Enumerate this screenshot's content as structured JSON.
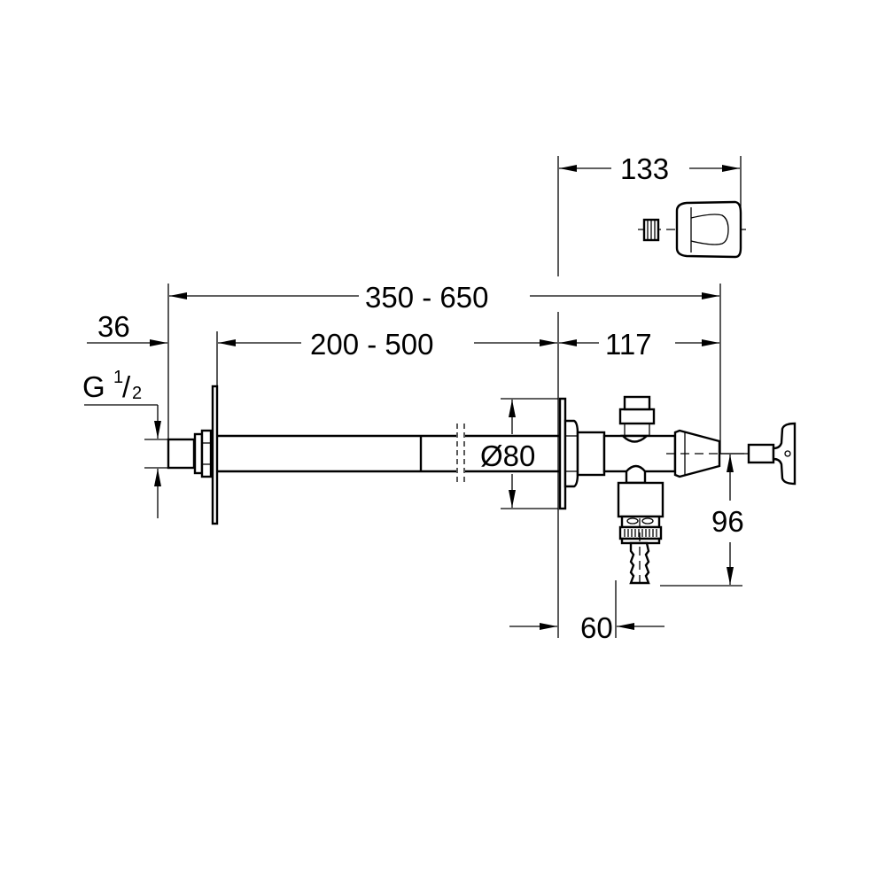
{
  "drawing": {
    "type": "technical dimension drawing",
    "subject": "frost-proof wall outlet valve with hose connection",
    "background": "#ffffff",
    "line_color": "#000000"
  },
  "dimensions": {
    "handle_width": "133",
    "overall_length": "350 - 650",
    "wall_offset": "36",
    "pipe_length": "200 - 500",
    "valve_body_length": "117",
    "thread_label_main": "G",
    "thread_fraction_num": "1",
    "thread_fraction_den": "2",
    "flange_diameter": "Ø80",
    "outlet_height": "96",
    "outlet_offset": "60"
  }
}
